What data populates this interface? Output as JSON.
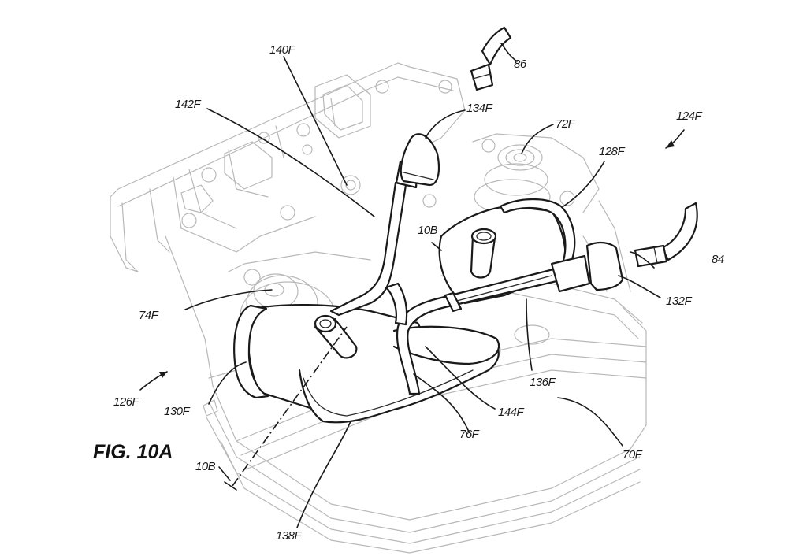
{
  "figure": {
    "title": "FIG. 10A",
    "subject": "cylinder head with fuel/air passage components"
  },
  "reference_labels": {
    "r140F": "140F",
    "r86": "86",
    "r142F": "142F",
    "r134F": "134F",
    "r72F": "72F",
    "r124F": "124F",
    "r128F": "128F",
    "r10B_upper": "10B",
    "r84": "84",
    "r74F": "74F",
    "r132F": "132F",
    "r136F": "136F",
    "r126F": "126F",
    "r130F": "130F",
    "r144F": "144F",
    "r76F": "76F",
    "r70F": "70F",
    "r10B_lower": "10B",
    "r138F": "138F"
  },
  "colors": {
    "background": "#ffffff",
    "component_line": "#1a1a1a",
    "housing_line": "#b8b8b8"
  }
}
